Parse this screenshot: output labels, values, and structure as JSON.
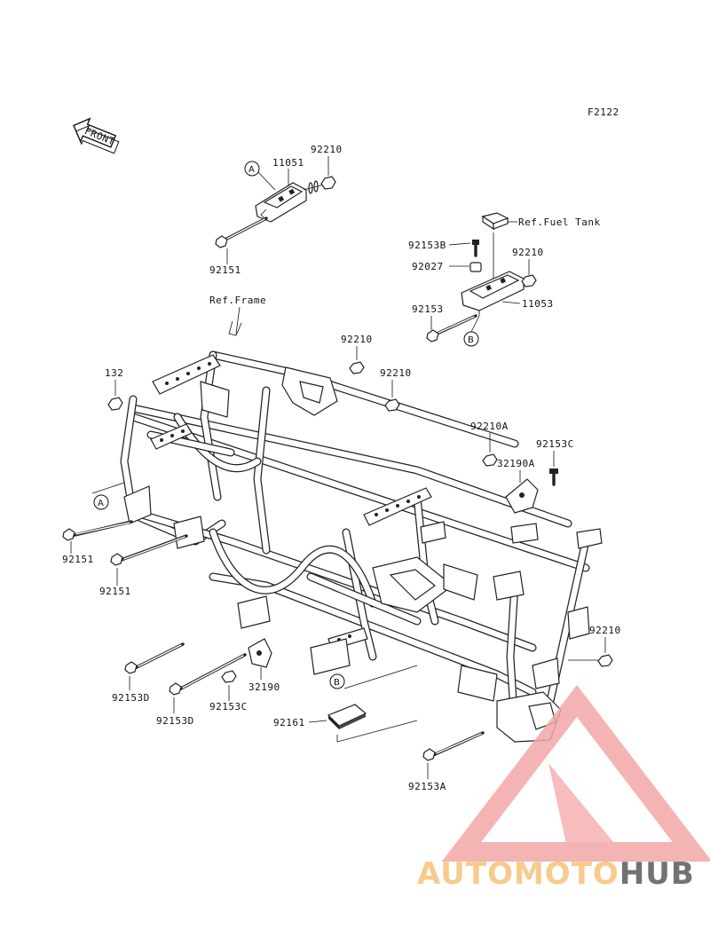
{
  "figure_code": "F2122",
  "front_arrow": {
    "text": "FRONT"
  },
  "references": {
    "frame": "Ref.Frame",
    "fuel_tank": "Ref.Fuel Tank"
  },
  "circle_markers": [
    "A",
    "B"
  ],
  "parts": [
    {
      "id": "p11051",
      "number": "11051"
    },
    {
      "id": "p92210_top",
      "number": "92210"
    },
    {
      "id": "p92151_top",
      "number": "92151"
    },
    {
      "id": "p92153B",
      "number": "92153B"
    },
    {
      "id": "p92027",
      "number": "92027"
    },
    {
      "id": "p92210_tank",
      "number": "92210"
    },
    {
      "id": "p11053",
      "number": "11053"
    },
    {
      "id": "p92153_tank",
      "number": "92153"
    },
    {
      "id": "p132",
      "number": "132"
    },
    {
      "id": "p92210_mid1",
      "number": "92210"
    },
    {
      "id": "p92210_mid2",
      "number": "92210"
    },
    {
      "id": "p92210A",
      "number": "92210A"
    },
    {
      "id": "p92153C_right",
      "number": "92153C"
    },
    {
      "id": "p32190A",
      "number": "32190A"
    },
    {
      "id": "p92151_left1",
      "number": "92151"
    },
    {
      "id": "p92151_left2",
      "number": "92151"
    },
    {
      "id": "p92210_right",
      "number": "92210"
    },
    {
      "id": "p92153D_1",
      "number": "92153D"
    },
    {
      "id": "p32190",
      "number": "32190"
    },
    {
      "id": "p92153C_low",
      "number": "92153C"
    },
    {
      "id": "p92153D_2",
      "number": "92153D"
    },
    {
      "id": "p92161",
      "number": "92161"
    },
    {
      "id": "p92153A",
      "number": "92153A"
    }
  ],
  "watermark": {
    "part1": "AUTOMOTO",
    "part2": "HUB",
    "color_primary": "#f4a7a7",
    "color_accent": "#f5c27a",
    "color_dark": "#5a5a5a"
  }
}
